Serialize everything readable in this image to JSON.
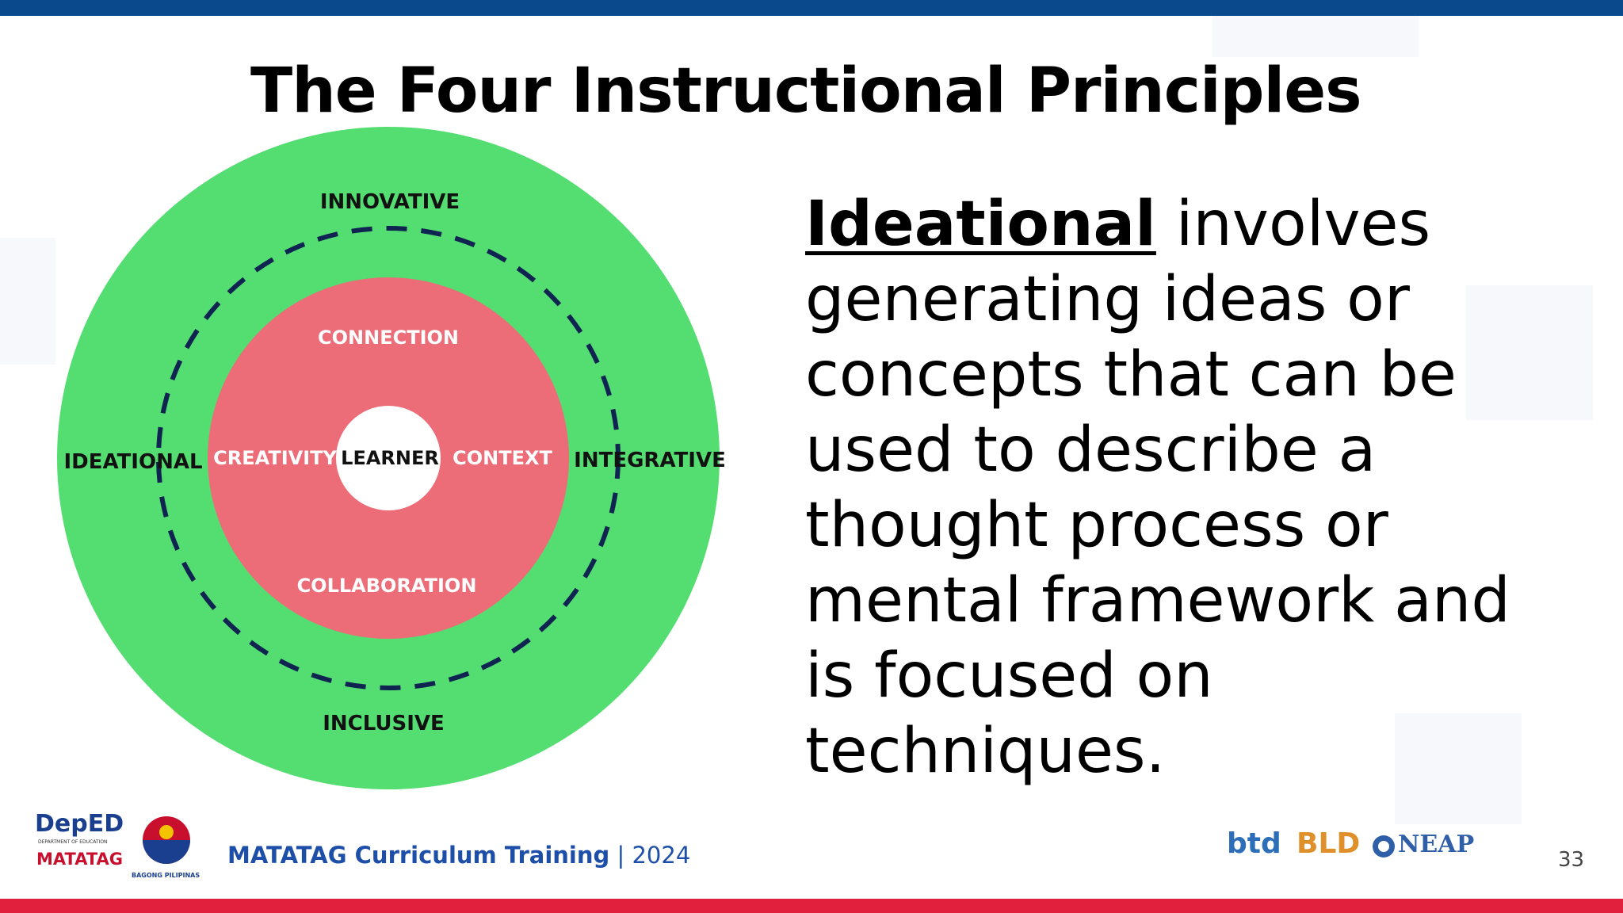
{
  "slide": {
    "title": "The Four Instructional Principles",
    "page_number": "33"
  },
  "diagram": {
    "outer_labels": {
      "top": "INNOVATIVE",
      "left": "IDEATIONAL",
      "right": "INTEGRATIVE",
      "bottom": "INCLUSIVE"
    },
    "inner_labels": {
      "top": "CONNECTION",
      "left": "CREATIVITY",
      "right": "CONTEXT",
      "bottom": "COLLABORATION"
    },
    "center_label": "LEARNER",
    "colors": {
      "outer": "#54de72",
      "inner": "#ec6c78",
      "center": "#ffffff",
      "dashed_ring": "#0f2450"
    }
  },
  "body": {
    "term": "Ideational",
    "description": " involves generating ideas or concepts that can be used to describe a thought process or mental framework and is focused on techniques."
  },
  "footer": {
    "brand": "MATATAG Curriculum Training",
    "separator": " | ",
    "year": "2024",
    "logos": {
      "deped": "DepED",
      "deped_sub": "DEPARTMENT OF EDUCATION",
      "matatag": "MATATAG",
      "bagong": "BAGONG PILIPINAS",
      "btd": "btd",
      "bld": "BLD",
      "neap": "NEAP"
    }
  }
}
